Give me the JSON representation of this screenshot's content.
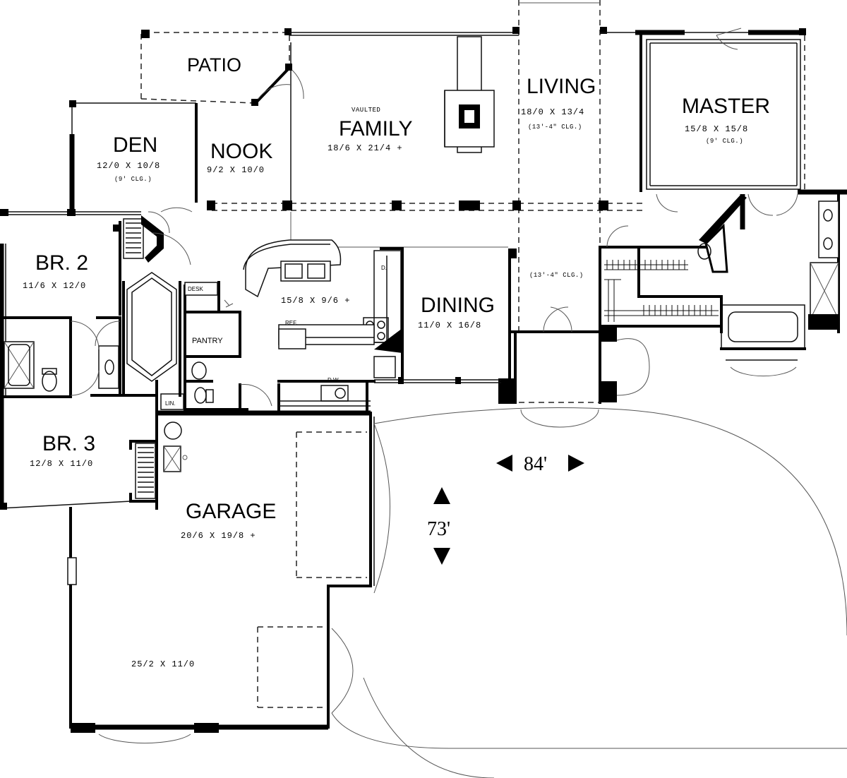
{
  "rooms": {
    "patio": {
      "name": "PATIO"
    },
    "den": {
      "name": "DEN",
      "size": "12/0 X 10/8",
      "note": "(9' CLG.)"
    },
    "nook": {
      "name": "NOOK",
      "size": "9/2 X 10/0"
    },
    "family": {
      "pre": "VAULTED",
      "name": "FAMILY",
      "size": "18/6 X 21/4 +"
    },
    "living": {
      "name": "LIVING",
      "size": "18/0 X 13/4",
      "note": "(13'-4\" CLG.)"
    },
    "master": {
      "name": "MASTER",
      "size": "15/8 X 15/8",
      "note": "(9' CLG.)"
    },
    "br2": {
      "name": "BR. 2",
      "size": "11/6 X 12/0"
    },
    "br3": {
      "name": "BR. 3",
      "size": "12/8 X 11/0"
    },
    "kitchen": {
      "size": "15/8 X 9/6 +",
      "ref": "REF.",
      "pantry": "PANTRY",
      "desk": "DESK",
      "dw": "D.W.",
      "d": "D."
    },
    "dining": {
      "name": "DINING",
      "size": "11/0 X 16/8"
    },
    "foyer": {
      "note": "(13'-4\" CLG.)"
    },
    "garage": {
      "name": "GARAGE",
      "size": "20/6 X 19/8 +",
      "size2": "25/2 X 11/0"
    },
    "lin": {
      "name": "LIN."
    }
  },
  "overall_dimensions": {
    "width": "84'",
    "depth": "73'"
  }
}
